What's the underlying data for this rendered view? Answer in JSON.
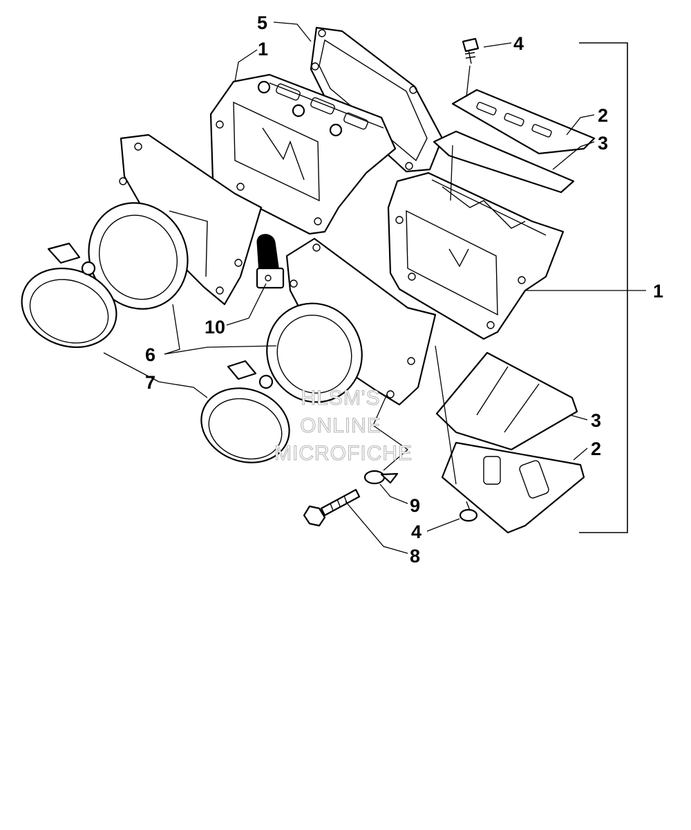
{
  "watermark": {
    "lines": [
      "HLSM'S",
      "ONLINE",
      "MICROFICHE"
    ]
  },
  "callouts": {
    "c5": "5",
    "c1_top": "1",
    "c4_top": "4",
    "c2_top": "2",
    "c3_top": "3",
    "c1_right": "1",
    "c10": "10",
    "c6": "6",
    "c7": "7",
    "c3_bottom": "3",
    "c2_bottom": "2",
    "c9": "9",
    "c4_bottom": "4",
    "c8": "8"
  },
  "colors": {
    "line": "#000000",
    "watermark_outline": "#b8b8b8",
    "background": "#ffffff"
  }
}
